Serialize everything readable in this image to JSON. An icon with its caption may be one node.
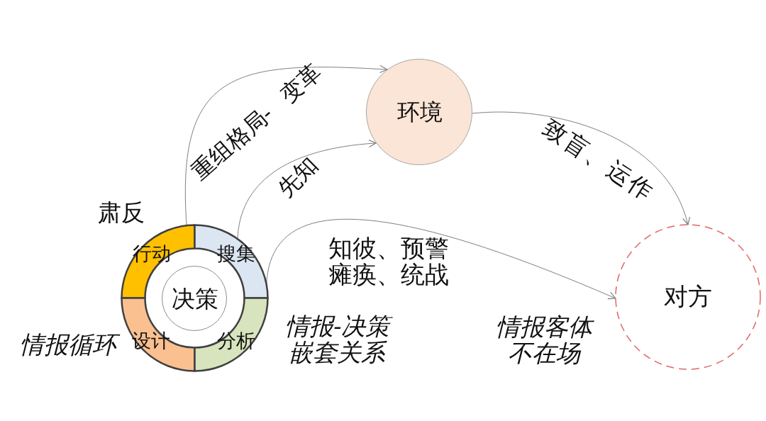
{
  "diagram": {
    "nodes": [
      {
        "text": [
          "环境"
        ]
      },
      {
        "text": [
          "行动"
        ]
      },
      {
        "text": [
          "搜集"
        ]
      },
      {
        "text": [
          "决策"
        ]
      },
      {
        "text": [
          "设计"
        ]
      },
      {
        "text": [
          "分析"
        ]
      },
      {
        "text": [
          "对方"
        ]
      }
    ],
    "edges": [
      {
        "from": 1,
        "to": 0,
        "arrow": "to",
        "label": "重组格局- 变革"
      },
      {
        "from": 2,
        "to": 0,
        "arrow": "to",
        "label": "先知"
      },
      {
        "from": 0,
        "to": 6,
        "arrow": "to",
        "label": "致盲、运作"
      },
      {
        "from": 2,
        "to": 6,
        "arrow": "to",
        "label": "知彼、预警瘫痪、统战"
      }
    ],
    "labels": [
      "肃反",
      "情报循环",
      "情报-决策嵌套关系",
      "情报客体不在场"
    ]
  }
}
